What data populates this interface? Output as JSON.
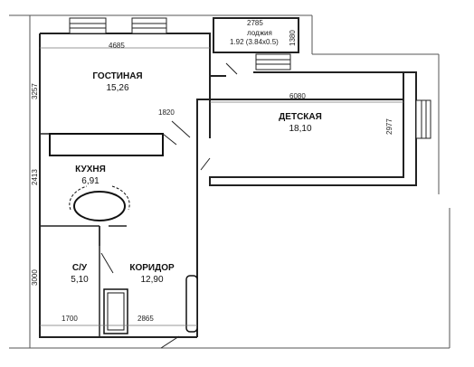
{
  "rooms": {
    "living": {
      "name": "ГОСТИНАЯ",
      "area": "15,26"
    },
    "kids": {
      "name": "ДЕТСКАЯ",
      "area": "18,10"
    },
    "kitchen": {
      "name": "КУХНЯ",
      "area": "6,91"
    },
    "bath": {
      "name": "С/У",
      "area": "5,10"
    },
    "corridor": {
      "name": "КОРИДОР",
      "area": "12,90"
    },
    "loggia": {
      "name": "лоджия",
      "area": "1.92 (3.84x0.5)"
    }
  },
  "dimensions": {
    "living_width": "4685",
    "living_height": "3257",
    "doorway": "1820",
    "kids_width": "6080",
    "kids_height": "2977",
    "kitchen_height": "2413",
    "bath_height": "3000",
    "bath_width": "1700",
    "corridor_width": "2865",
    "loggia_width": "2785",
    "loggia_height": "1380"
  }
}
